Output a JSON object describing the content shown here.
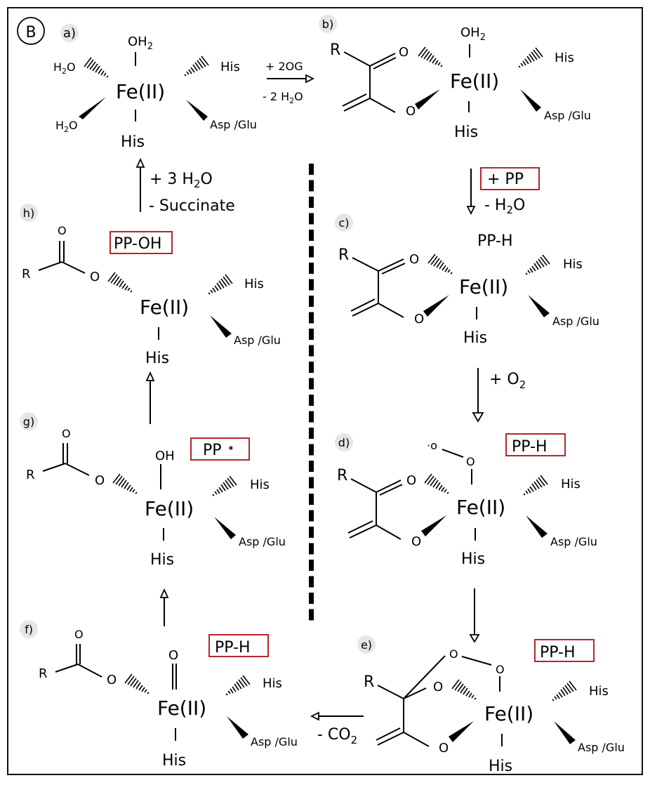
{
  "figure": {
    "panel_label": "B",
    "accent_color": "#b3262d",
    "badge_color": "#e6e6e6"
  },
  "metal": "Fe(II)",
  "ligands": {
    "his": "His",
    "asp_glu": "Asp /Glu",
    "oh2": "OH",
    "oh2_sub": "2",
    "h2o_h": "H",
    "h2o_sub": "2",
    "h2o_o": "O",
    "r": "R",
    "o": "O",
    "oh": "OH",
    "oxo": "O"
  },
  "steps": [
    {
      "id": "a",
      "label": "a)"
    },
    {
      "id": "b",
      "label": "b)"
    },
    {
      "id": "c",
      "label": "c)",
      "substrate": "PP-H"
    },
    {
      "id": "d",
      "label": "d)",
      "substrate_boxed": "PP-H"
    },
    {
      "id": "e",
      "label": "e)",
      "substrate_boxed": "PP-H"
    },
    {
      "id": "f",
      "label": "f)",
      "substrate_boxed": "PP-H"
    },
    {
      "id": "g",
      "label": "g)",
      "substrate_boxed": "PP",
      "radical_dot": "•"
    },
    {
      "id": "h",
      "label": "h)",
      "substrate_boxed": "PP-OH"
    }
  ],
  "transitions": {
    "a_to_b": {
      "top": "+ 2OG",
      "bottom": "- 2 H",
      "bottom_sub": "2",
      "bottom_end": "O"
    },
    "b_to_c": {
      "top_boxed": "+ PP",
      "bottom": "- H",
      "bottom_sub": "2",
      "bottom_end": "O"
    },
    "c_to_d": {
      "label": "+ O",
      "label_sub": "2"
    },
    "d_to_e": {},
    "e_to_f": {
      "label": "- CO",
      "label_sub": "2"
    },
    "f_to_g": {},
    "g_to_h": {},
    "h_to_a": {
      "top": "+ 3 H",
      "top_sub": "2",
      "top_end": "O",
      "bottom": "- Succinate"
    }
  }
}
